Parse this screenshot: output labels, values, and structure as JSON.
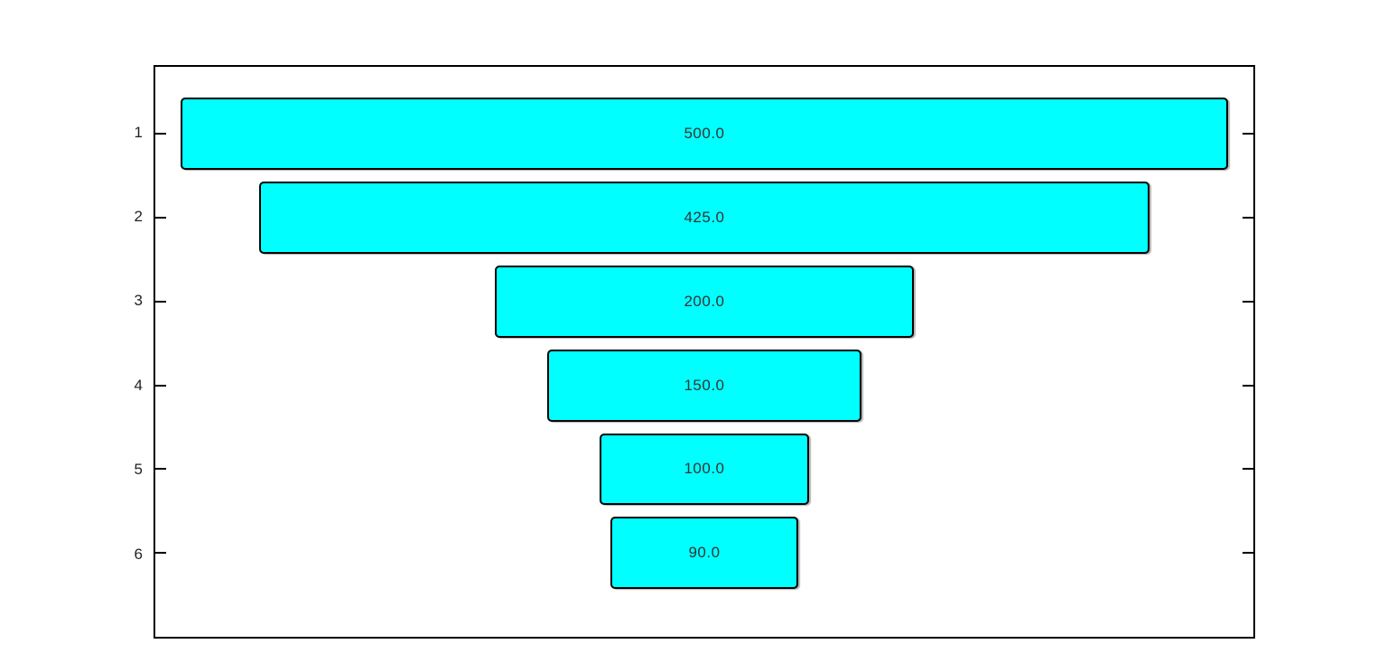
{
  "figure": {
    "background_color": "#ffffff"
  },
  "chart_data": {
    "type": "bar",
    "subtype": "funnel",
    "orientation": "horizontal",
    "align": "center",
    "categories": [
      "1",
      "2",
      "3",
      "4",
      "5",
      "6"
    ],
    "values": [
      500.0,
      425.0,
      200.0,
      150.0,
      100.0,
      90.0
    ],
    "bar_labels": [
      "500.0",
      "425.0",
      "200.0",
      "150.0",
      "100.0",
      "90.0"
    ],
    "title": "",
    "xlabel": "",
    "ylabel": "",
    "xlim": [
      -262,
      262
    ],
    "ylim": [
      0.2,
      7.0
    ],
    "bar_height_units": 0.86,
    "bar_color": "#00FFFF",
    "bar_edge_color": "#000000",
    "label_color": "#333333",
    "axis_color": "#000000",
    "grid": false,
    "legend": false,
    "ticks": "left-and-right-inward, no top/bottom ticks"
  }
}
